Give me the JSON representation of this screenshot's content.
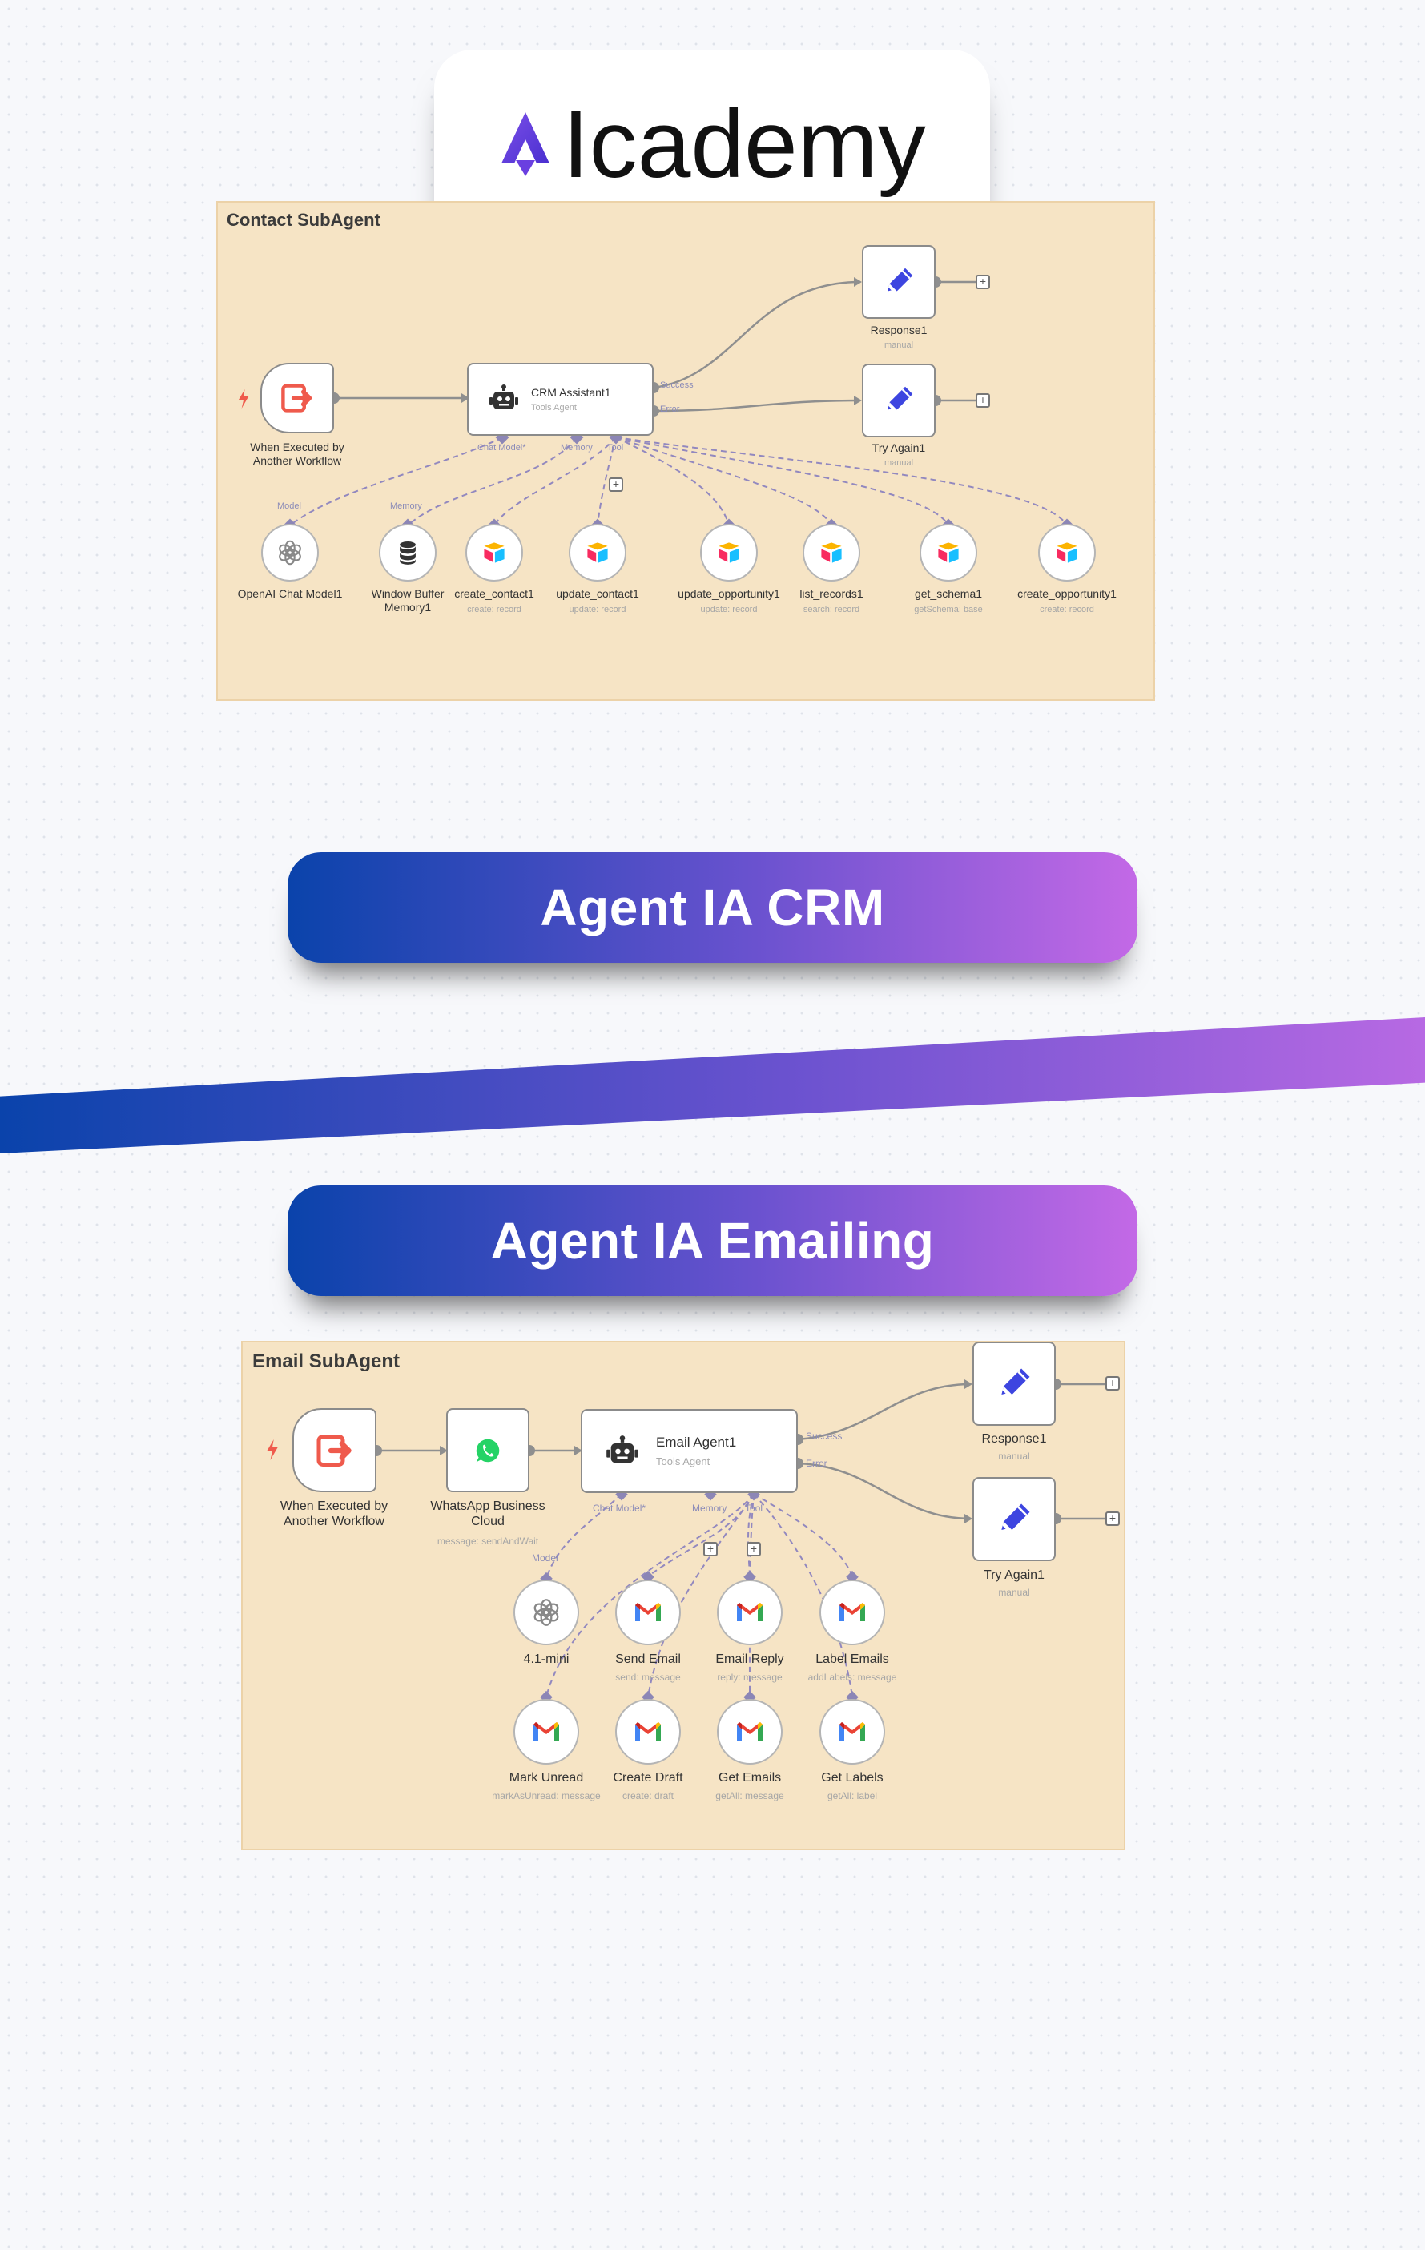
{
  "brand": {
    "logo_text": "Icademy",
    "logo_letter": "A"
  },
  "crm": {
    "frame_title": "Contact SubAgent",
    "trigger": {
      "label1": "When Executed by",
      "label2": "Another Workflow"
    },
    "agent": {
      "title": "CRM Assistant1",
      "subtitle": "Tools Agent",
      "success": "Success",
      "error": "Error",
      "port_model": "Chat Model*",
      "port_memory": "Memory",
      "port_tool": "Tool"
    },
    "response": {
      "title": "Response1",
      "sub": "manual"
    },
    "try_again": {
      "title": "Try Again1",
      "sub": "manual"
    },
    "model_tag": "Model",
    "memory_tag": "Memory",
    "tools": [
      {
        "label": "OpenAI Chat Model1",
        "label2": "",
        "sub": ""
      },
      {
        "label": "Window Buffer",
        "label2": "Memory1",
        "sub": ""
      },
      {
        "label": "create_contact1",
        "label2": "",
        "sub": "create: record"
      },
      {
        "label": "update_contact1",
        "label2": "",
        "sub": "update: record"
      },
      {
        "label": "update_opportunity1",
        "label2": "",
        "sub": "update: record"
      },
      {
        "label": "list_records1",
        "label2": "",
        "sub": "search: record"
      },
      {
        "label": "get_schema1",
        "label2": "",
        "sub": "getSchema: base"
      },
      {
        "label": "create_opportunity1",
        "label2": "",
        "sub": "create: record"
      }
    ]
  },
  "banners": {
    "crm": "Agent IA CRM",
    "email": "Agent IA Emailing"
  },
  "email": {
    "frame_title": "Email SubAgent",
    "trigger": {
      "label1": "When Executed by",
      "label2": "Another Workflow"
    },
    "whatsapp": {
      "label1": "WhatsApp Business",
      "label2": "Cloud",
      "sub": "message: sendAndWait"
    },
    "agent": {
      "title": "Email Agent1",
      "subtitle": "Tools Agent",
      "success": "Success",
      "error": "Error",
      "port_model": "Chat Model*",
      "port_memory": "Memory",
      "port_tool": "Tool"
    },
    "response": {
      "title": "Response1",
      "sub": "manual"
    },
    "try_again": {
      "title": "Try Again1",
      "sub": "manual"
    },
    "model_tag": "Model",
    "row1": [
      {
        "label": "4.1-mini",
        "sub": ""
      },
      {
        "label": "Send Email",
        "sub": "send: message"
      },
      {
        "label": "Email Reply",
        "sub": "reply: message"
      },
      {
        "label": "Label Emails",
        "sub": "addLabels: message"
      }
    ],
    "row2": [
      {
        "label": "Mark Unread",
        "sub": "markAsUnread: message"
      },
      {
        "label": "Create Draft",
        "sub": "create: draft"
      },
      {
        "label": "Get Emails",
        "sub": "getAll: message"
      },
      {
        "label": "Get Labels",
        "sub": "getAll: label"
      }
    ]
  },
  "colors": {
    "accent_start": "#0a43ab",
    "accent_end": "#c369e6",
    "frame_bg": "#f6e4c5",
    "trigger_icon": "#ef5a4c",
    "edit_icon": "#3d45e0"
  }
}
